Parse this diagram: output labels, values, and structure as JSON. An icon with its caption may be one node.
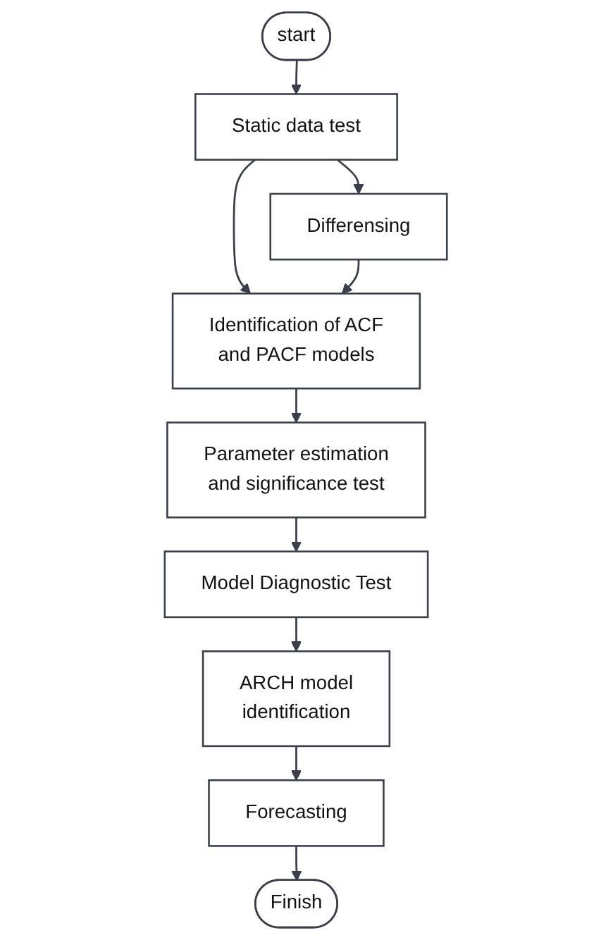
{
  "diagram": {
    "nodes": [
      {
        "text": [
          "start"
        ]
      },
      {
        "text": [
          "Static data test"
        ]
      },
      {
        "text": [
          "Differensing"
        ]
      },
      {
        "text": [
          "Identification of ACF and PACF models"
        ]
      },
      {
        "text": [
          "Parameter estimation and significance test"
        ]
      },
      {
        "text": [
          "Model Diagnostic Test"
        ]
      },
      {
        "text": [
          "ARCH model identification"
        ]
      },
      {
        "text": [
          "Forecasting"
        ]
      },
      {
        "text": [
          "Finish"
        ]
      }
    ],
    "edges": [
      {
        "from": 0,
        "to": 1,
        "arrow": "to"
      },
      {
        "from": 1,
        "to": 2,
        "arrow": "to"
      },
      {
        "from": 1,
        "to": 3,
        "arrow": "to"
      },
      {
        "from": 2,
        "to": 3,
        "arrow": "to"
      },
      {
        "from": 3,
        "to": 4,
        "arrow": "to"
      },
      {
        "from": 4,
        "to": 5,
        "arrow": "to"
      },
      {
        "from": 5,
        "to": 6,
        "arrow": "to"
      },
      {
        "from": 6,
        "to": 7,
        "arrow": "to"
      },
      {
        "from": 7,
        "to": 8,
        "arrow": "to"
      }
    ]
  }
}
